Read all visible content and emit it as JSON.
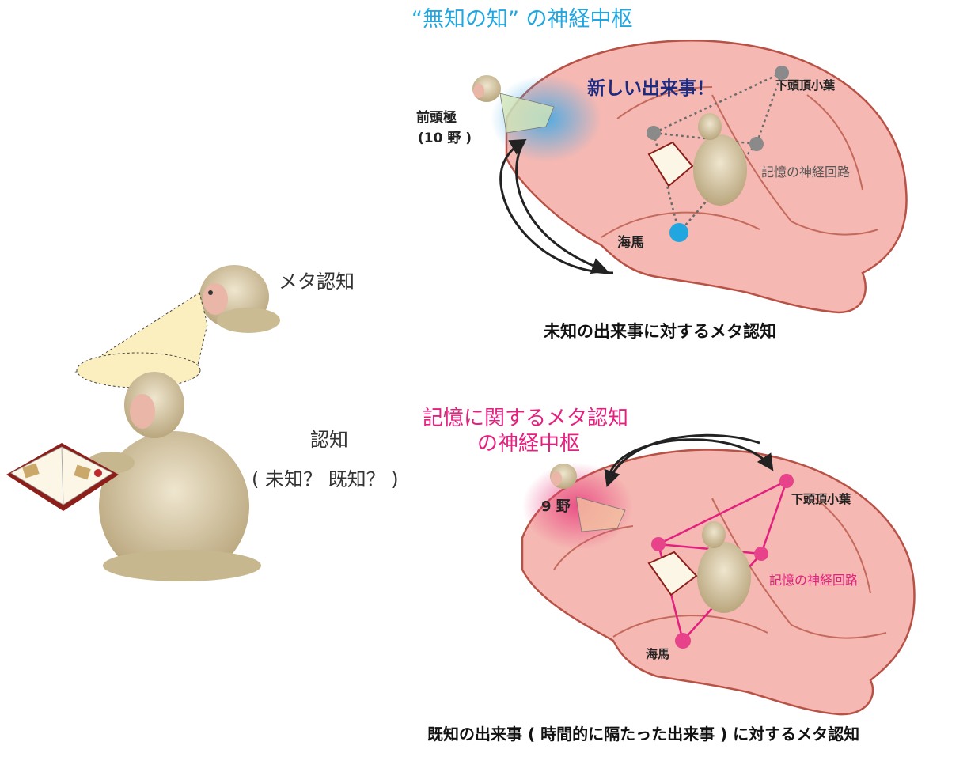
{
  "colors": {
    "brain_fill": "#f5b8b2",
    "brain_edge": "#b85246",
    "unknown_accent": "#22a6e0",
    "known_accent": "#e4207f",
    "new_event_text": "#1c2a80",
    "cone_fill": "#fbefc0",
    "dot_gray": "#8a8a8a"
  },
  "icons": {
    "monkey": "monkey-illustration",
    "book": "open-photo-album",
    "cone": "meta-observation-cone",
    "arrow": "bidirectional-curved-arrow"
  },
  "left_panel": {
    "meta_label": "メタ認知",
    "cognition_label": "認知",
    "cognition_sub": "( 未知？ 既知？ )"
  },
  "top_panel": {
    "title": "“無知の知” の神経中枢",
    "new_event": "新しい出来事！",
    "inferior_parietal": "下頭頂小葉",
    "frontal_pole": "前頭極",
    "frontal_pole_area": "(10 野 )",
    "memory_circuit": "記憶の神経回路",
    "hippocampus": "海馬",
    "caption": "未知の出来事に対するメタ認知"
  },
  "bottom_panel": {
    "title_line1": "記憶に関するメタ認知",
    "title_line2": "の神経中枢",
    "area9": "9 野",
    "inferior_parietal": "下頭頂小葉",
    "memory_circuit": "記憶の神経回路",
    "hippocampus": "海馬",
    "caption": "既知の出来事 ( 時間的に隔たった出来事 ) に対するメタ認知"
  }
}
